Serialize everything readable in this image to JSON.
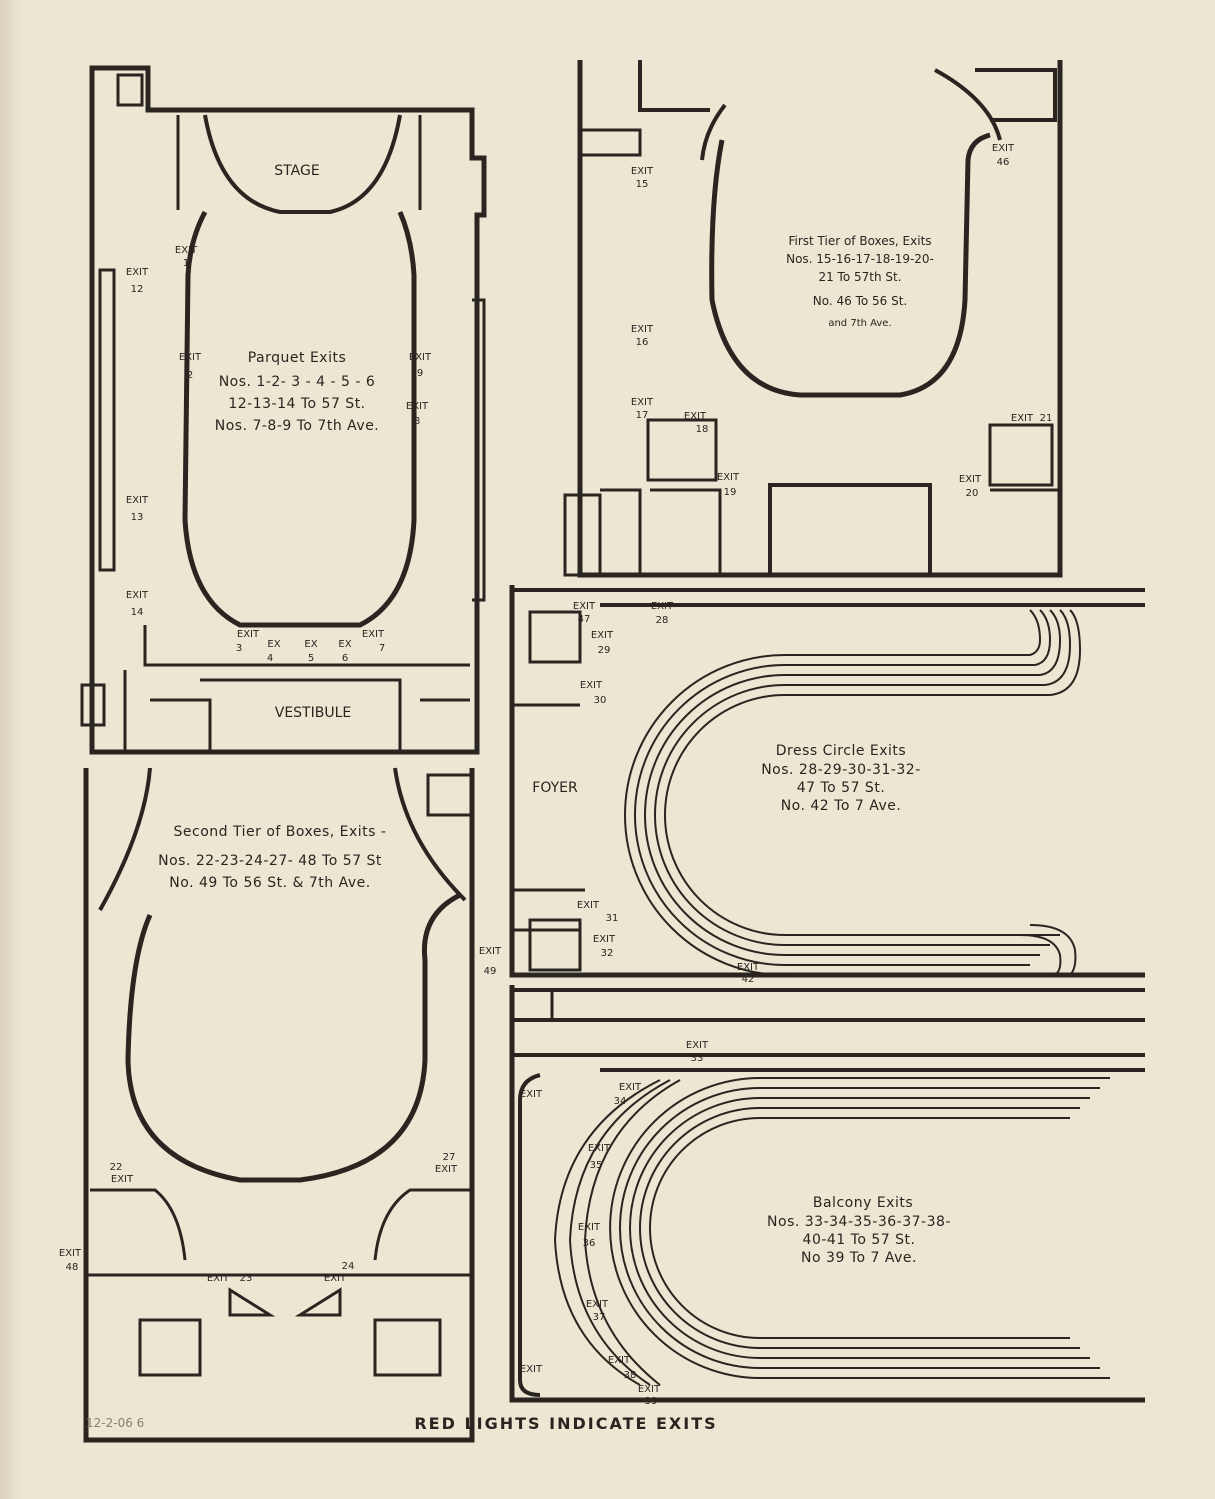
{
  "labels": {
    "stage": "STAGE",
    "vestibule": "VESTIBULE",
    "foyer": "FOYER",
    "parquet_title": "Parquet Exits",
    "parquet_l1": "Nos. 1-2- 3 - 4 - 5 - 6",
    "parquet_l2": "12-13-14 To 57 St.",
    "parquet_l3": "Nos. 7-8-9 To 7th Ave.",
    "first_title": "First Tier of Boxes, Exits",
    "first_l1": "Nos. 15-16-17-18-19-20-",
    "first_l2": "21 To 57th St.",
    "first_l3": "No. 46 To 56 St.",
    "first_l4": "and 7th Ave.",
    "second_title": "Second Tier of Boxes, Exits -",
    "second_l1": "Nos. 22-23-24-27- 48 To 57 St",
    "second_l2": "No. 49 To 56 St. & 7th Ave.",
    "dress_title": "Dress Circle Exits",
    "dress_l1": "Nos. 28-29-30-31-32-",
    "dress_l2": "47 To 57 St.",
    "dress_l3": "No. 42 To 7 Ave.",
    "balcony_title": "Balcony Exits",
    "balcony_l1": "Nos. 33-34-35-36-37-38-",
    "balcony_l2": "40-41 To 57 St.",
    "balcony_l3": "No 39 To 7 Ave.",
    "exit": "EXIT",
    "ex": "EX",
    "footer": "RED LIGHTS INDICATE EXITS",
    "pencil_note": "12-2-06 6"
  },
  "exits": {
    "e1": "1",
    "e2": "2",
    "e3": "3",
    "e4": "4",
    "e5": "5",
    "e6": "6",
    "e7": "7",
    "e8": "8",
    "e9": "9",
    "e12": "12",
    "e13": "13",
    "e14": "14",
    "e15": "15",
    "e16": "16",
    "e17": "17",
    "e18": "18",
    "e19": "19",
    "e20": "20",
    "e21": "21",
    "e22": "22",
    "e23": "23",
    "e24": "24",
    "e27": "27",
    "e28": "28",
    "e29": "29",
    "e30": "30",
    "e31": "31",
    "e32": "32",
    "e33": "33",
    "e34": "34",
    "e35": "35",
    "e36": "36",
    "e37": "37",
    "e38": "38",
    "e39": "39",
    "e42": "42",
    "e46": "46",
    "e47": "47",
    "e48": "48",
    "e49": "49"
  },
  "colors": {
    "paper": "#ece6d3",
    "ink": "#2a2520"
  }
}
